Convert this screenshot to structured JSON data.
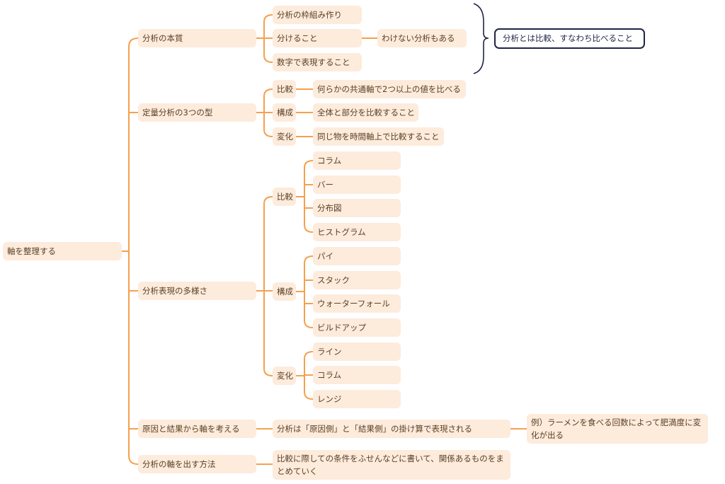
{
  "colors": {
    "node_bg": "#fdebdc",
    "line": "#f5a04f",
    "text": "#5b4124",
    "summary_border": "#1f2545"
  },
  "root": "軸を整理する",
  "branches": {
    "essence": {
      "label": "分析の本質",
      "children": [
        "分析の枠組み作り",
        "分けること",
        "数字で表現すること"
      ],
      "sub": "わけない分析もある",
      "summary": "分析とは比較、すなわち比べること"
    },
    "types": {
      "label": "定量分析の3つの型",
      "children": [
        {
          "label": "比較",
          "desc": "何らかの共通軸で2つ以上の値を比べる"
        },
        {
          "label": "構成",
          "desc": "全体と部分を比較すること"
        },
        {
          "label": "変化",
          "desc": "同じ物を時間軸上で比較すること"
        }
      ]
    },
    "expressions": {
      "label": "分析表現の多様さ",
      "children": [
        {
          "label": "比較",
          "items": [
            "コラム",
            "バー",
            "分布図",
            "ヒストグラム"
          ]
        },
        {
          "label": "構成",
          "items": [
            "パイ",
            "スタック",
            "ウォーターフォール",
            "ビルドアップ"
          ]
        },
        {
          "label": "変化",
          "items": [
            "ライン",
            "コラム",
            "レンジ"
          ]
        }
      ]
    },
    "cause": {
      "label": "原因と結果から軸を考える",
      "child": "分析は「原因側」と「結果側」の掛け算で表現される",
      "example": "例）ラーメンを食べる回数によって肥満度に変化が出る"
    },
    "method": {
      "label": "分析の軸を出す方法",
      "child": "比較に際しての条件をふせんなどに書いて、関係あるものをまとめていく"
    }
  }
}
